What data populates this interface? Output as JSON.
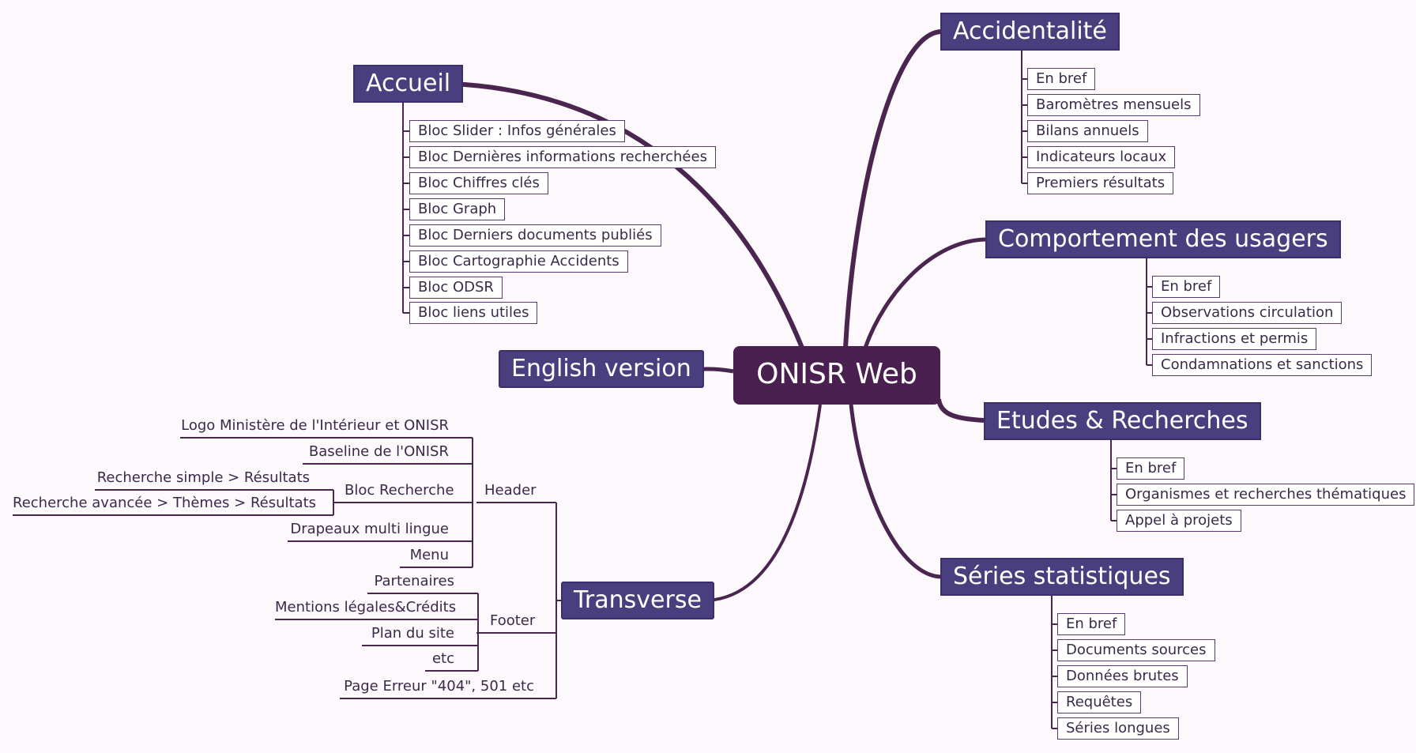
{
  "root": "ONISR Web",
  "accueil": {
    "label": "Accueil",
    "items": [
      "Bloc Slider : Infos générales",
      "Bloc Dernières informations recherchées",
      "Bloc Chiffres clés",
      "Bloc Graph",
      "Bloc Derniers documents publiés",
      "Bloc Cartographie Accidents",
      "Bloc ODSR",
      "Bloc liens utiles"
    ]
  },
  "english": {
    "label": "English version"
  },
  "accidentalite": {
    "label": "Accidentalité",
    "items": [
      "En bref",
      "Baromètres mensuels",
      "Bilans annuels",
      "Indicateurs locaux",
      "Premiers résultats"
    ]
  },
  "comportement": {
    "label": "Comportement des usagers",
    "items": [
      "En bref",
      "Observations circulation",
      "Infractions et permis",
      "Condamnations et sanctions"
    ]
  },
  "etudes": {
    "label": "Etudes & Recherches",
    "items": [
      "En bref",
      "Organismes et recherches thématiques",
      "Appel à projets"
    ]
  },
  "series": {
    "label": "Séries statistiques",
    "items": [
      "En bref",
      "Documents sources",
      "Données brutes",
      "Requêtes",
      "Séries longues"
    ]
  },
  "transverse": {
    "label": "Transverse",
    "header": {
      "label": "Header",
      "items": [
        "Logo Ministère de l'Intérieur et ONISR",
        "Baseline de l'ONISR",
        "Drapeaux multi lingue",
        "Menu"
      ],
      "recherche": {
        "label": "Bloc Recherche",
        "items": [
          "Recherche simple > Résultats",
          "Recherche avancée > Thèmes > Résultats"
        ]
      }
    },
    "footer": {
      "label": "Footer",
      "items": [
        "Partenaires",
        "Mentions légales&Crédits",
        "Plan du site",
        "etc"
      ]
    },
    "erreur": "Page Erreur \"404\", 501 etc"
  },
  "colors": {
    "main_topic": "#4a3f7e",
    "root": "#4a2050",
    "connector": "#4a2550",
    "background": "#fcf8fc"
  }
}
